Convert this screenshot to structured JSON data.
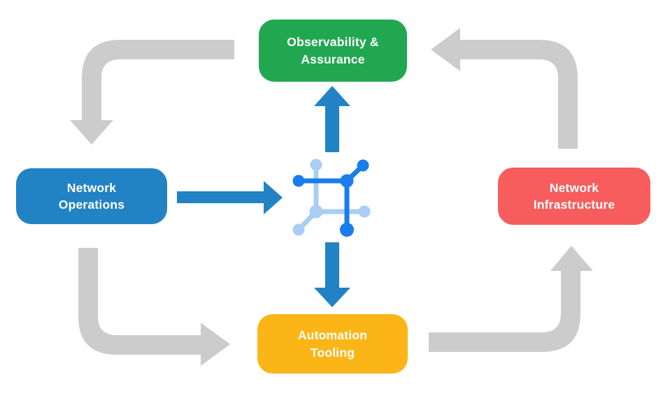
{
  "diagram": {
    "description": "Closed-loop network automation cycle diagram",
    "nodes": [
      {
        "id": "observability",
        "label_line1": "Observability &",
        "label_line2": "Assurance",
        "color": "#22A751"
      },
      {
        "id": "operations",
        "label_line1": "Network",
        "label_line2": "Operations",
        "color": "#2183C4"
      },
      {
        "id": "infrastructure",
        "label_line1": "Network",
        "label_line2": "Infrastructure",
        "color": "#F75D5D"
      },
      {
        "id": "automation",
        "label_line1": "Automation",
        "label_line2": "Tooling",
        "color": "#FBB517"
      }
    ],
    "flow_arrows": [
      {
        "from": "Observability & Assurance",
        "to": "Network Operations",
        "style": "gray-elbow"
      },
      {
        "from": "Network Operations",
        "to": "Automation Tooling",
        "style": "gray-elbow"
      },
      {
        "from": "Automation Tooling",
        "to": "Network Infrastructure",
        "style": "gray-elbow"
      },
      {
        "from": "Network Infrastructure",
        "to": "Observability & Assurance",
        "style": "gray-elbow"
      },
      {
        "from": "Network Operations",
        "to": "center-icon",
        "style": "blue-straight"
      },
      {
        "from": "center-icon",
        "to": "Observability & Assurance",
        "style": "blue-straight"
      },
      {
        "from": "center-icon",
        "to": "Automation Tooling",
        "style": "blue-straight"
      }
    ],
    "center_icon": "network-automation-platform"
  },
  "colors": {
    "background": "#FFFFFF",
    "gray_arrow": "#CCCCCC",
    "blue_arrow": "#2183C4",
    "icon_dark_blue": "#1A7DEB",
    "icon_light_blue": "#A9CDF3",
    "node_text": "#FFFFFF"
  }
}
